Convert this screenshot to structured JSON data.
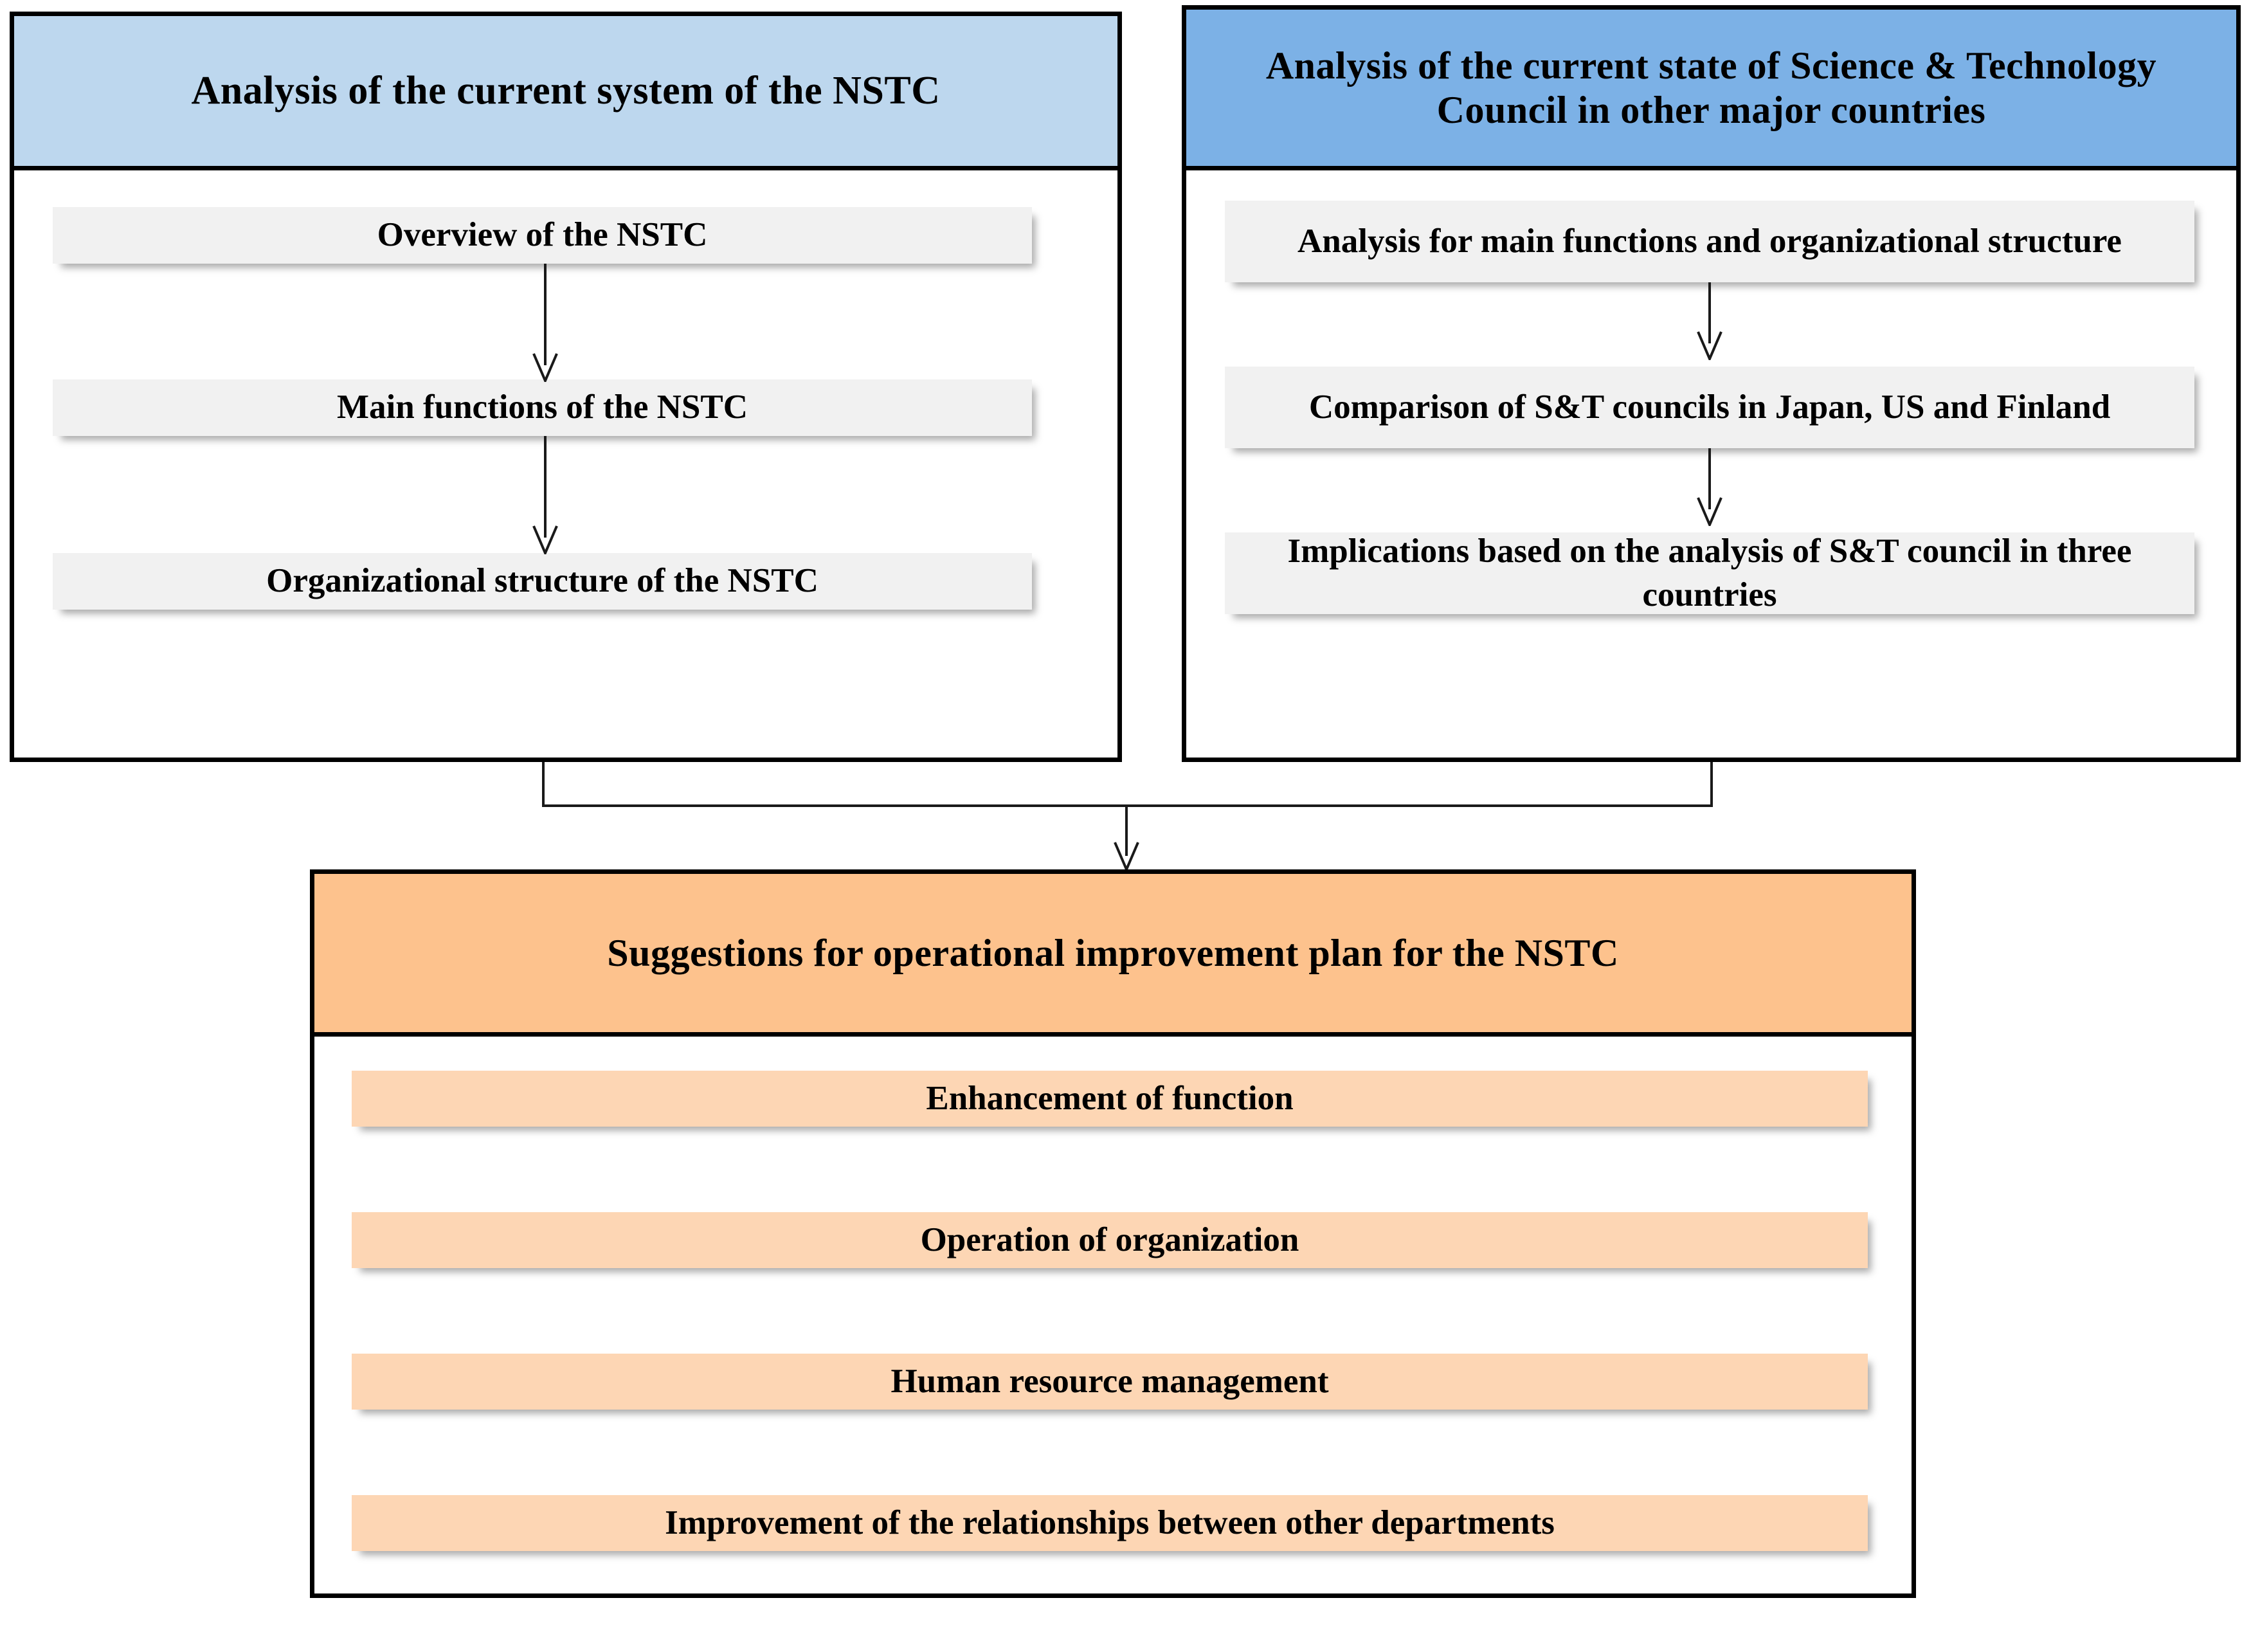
{
  "diagram": {
    "title": "NSTC operational improvement research framework",
    "colors": {
      "header_blue_light": "#BDD7EE",
      "header_blue_dark": "#7CB1E6",
      "header_orange": "#FDC28D",
      "item_gray": "#F1F1F1",
      "item_peach": "#FDD6B4",
      "border": "#000000",
      "connector": "#1a1a1a",
      "text": "#000000"
    },
    "panels": [
      {
        "id": "current-system",
        "header": "Analysis  of the current  system  of the NSTC",
        "items": [
          "Overview  of the NSTC",
          "Main  functions  of the NSTC",
          "Organizational  structure  of the NSTC"
        ]
      },
      {
        "id": "other-countries",
        "header": "Analysis  of the current  state of Science & Technology Council  in other major countries",
        "items": [
          "Analysis  for main  functions  and organizational  structure",
          "Comparison  of S&T councils  in Japan, US and Finland",
          "Implications  based on the analysis  of S&T council in three countries"
        ]
      },
      {
        "id": "suggestions",
        "header": "Suggestions for operational  improvement  plan for the NSTC",
        "items": [
          "Enhancement of function",
          "Operation  of organization",
          "Human  resource  management",
          "Improvement  of the relationships  between other departments"
        ]
      }
    ],
    "connectors": {
      "left_column_flow": "Overview -> Main functions -> Organizational structure",
      "right_column_flow": "Analysis for main functions -> Comparison of S&T councils -> Implications",
      "merge_flow": "Both top panels merge downward into the Suggestions panel"
    }
  }
}
